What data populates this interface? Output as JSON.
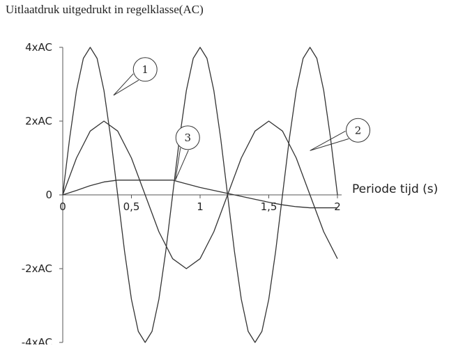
{
  "chart_data": {
    "type": "line",
    "title": "Uitlaatdruk uitgedrukt in regelklasse(AC)",
    "xlabel": "Periode tijd (s)",
    "ylabel": "",
    "xlim": [
      0,
      2
    ],
    "ylim": [
      -4,
      4
    ],
    "grid": false,
    "x_ticks": [
      {
        "value": 0,
        "label": "0"
      },
      {
        "value": 0.5,
        "label": "0,5"
      },
      {
        "value": 1,
        "label": "1"
      },
      {
        "value": 1.5,
        "label": "1,5"
      },
      {
        "value": 2,
        "label": "2"
      }
    ],
    "y_ticks": [
      {
        "value": 4,
        "label": "4xAC"
      },
      {
        "value": 2,
        "label": "2xAC"
      },
      {
        "value": 0,
        "label": "0"
      },
      {
        "value": -2,
        "label": "-2xAC"
      },
      {
        "value": -4,
        "label": "-4xAC"
      }
    ],
    "series": [
      {
        "name": "1",
        "x": [
          0,
          0.05,
          0.1,
          0.15,
          0.2,
          0.25,
          0.3,
          0.35,
          0.4,
          0.45,
          0.5,
          0.55,
          0.6,
          0.65,
          0.7,
          0.75,
          0.8,
          0.85,
          0.9,
          0.95,
          1.0,
          1.05,
          1.1,
          1.15,
          1.2,
          1.25,
          1.3,
          1.35,
          1.4,
          1.45,
          1.5,
          1.55,
          1.6,
          1.65,
          1.7,
          1.75,
          1.8,
          1.85,
          1.9,
          1.95,
          2.0
        ],
        "values": [
          0,
          1.53,
          2.83,
          3.7,
          4.0,
          3.7,
          2.83,
          1.53,
          0,
          -1.53,
          -2.83,
          -3.7,
          -4.0,
          -3.7,
          -2.83,
          -1.53,
          0,
          1.53,
          2.83,
          3.7,
          4.0,
          3.7,
          2.83,
          1.53,
          0,
          -1.53,
          -2.83,
          -3.7,
          -4.0,
          -3.7,
          -2.83,
          -1.53,
          0,
          1.53,
          2.83,
          3.7,
          4.0,
          3.7,
          2.83,
          1.53,
          0
        ]
      },
      {
        "name": "2",
        "x": [
          0,
          0.1,
          0.2,
          0.3,
          0.4,
          0.5,
          0.6,
          0.7,
          0.8,
          0.9,
          1.0,
          1.1,
          1.2,
          1.3,
          1.4,
          1.5,
          1.6,
          1.7,
          1.8,
          1.9,
          2.0
        ],
        "values": [
          0,
          1.0,
          1.73,
          2.0,
          1.73,
          1.0,
          0,
          -1.0,
          -1.73,
          -2.0,
          -1.73,
          -1.0,
          0,
          1.0,
          1.73,
          2.0,
          1.73,
          1.0,
          0,
          -1.0,
          -1.73
        ]
      },
      {
        "name": "3",
        "x": [
          0,
          0.1,
          0.2,
          0.3,
          0.4,
          0.5,
          0.6,
          0.7,
          0.8,
          0.9,
          1.0,
          1.1,
          1.2,
          1.3,
          1.4,
          1.5,
          1.6,
          1.7,
          1.8,
          1.9,
          2.0
        ],
        "values": [
          0,
          0.12,
          0.25,
          0.35,
          0.4,
          0.4,
          0.4,
          0.4,
          0.4,
          0.3,
          0.2,
          0.12,
          0.04,
          -0.04,
          -0.12,
          -0.2,
          -0.27,
          -0.32,
          -0.35,
          -0.35,
          -0.35
        ]
      }
    ],
    "callouts": [
      {
        "label": "1",
        "series": "1",
        "target_x": 0.37,
        "target_y": 2.7,
        "circle_x": 0.6,
        "circle_y": 3.4
      },
      {
        "label": "2",
        "series": "2",
        "target_x": 1.8,
        "target_y": 1.2,
        "circle_x": 2.15,
        "circle_y": 1.75
      },
      {
        "label": "3",
        "series": "3",
        "target_x": 0.82,
        "target_y": 0.4,
        "circle_x": 0.91,
        "circle_y": 1.55
      }
    ]
  }
}
